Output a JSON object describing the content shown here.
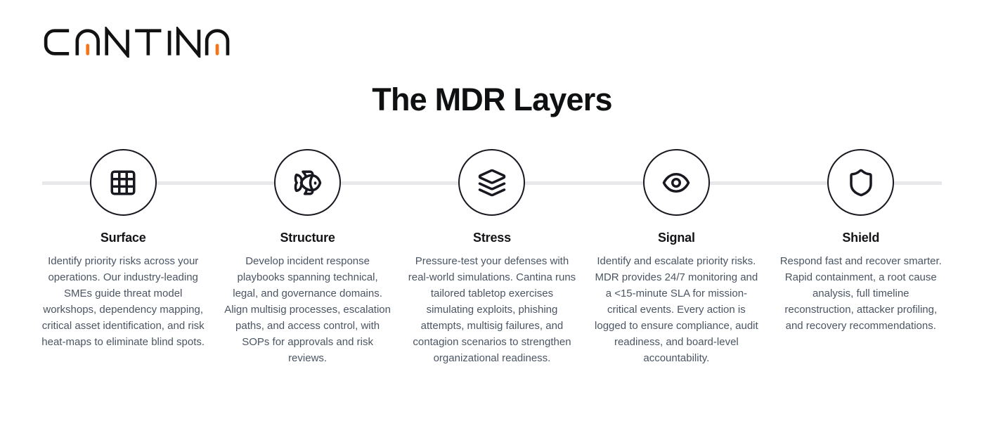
{
  "brand": {
    "name": "CANTINA",
    "logo_color": "#121212",
    "accent_color": "#F97316"
  },
  "header": {
    "title": "The MDR Layers"
  },
  "colors": {
    "background": "#ffffff",
    "title_text": "#0f1011",
    "body_text": "#4b5563",
    "circle_border": "#181820",
    "timeline_line": "#e8e8ea"
  },
  "layers": {
    "items": [
      {
        "icon": "grid-3x3-icon",
        "title": "Surface",
        "description": "Identify priority risks across your operations. Our industry-leading SMEs guide threat model workshops, dependency mapping, critical asset identification, and risk heat-maps to eliminate blind spots."
      },
      {
        "icon": "fish-icon",
        "title": "Structure",
        "description": "Develop incident response playbooks spanning technical, legal, and governance domains. Align multisig processes, escalation paths, and access control, with SOPs for approvals and risk reviews."
      },
      {
        "icon": "layers-icon",
        "title": "Stress",
        "description": "Pressure-test your defenses with real-world simulations. Cantina runs tailored tabletop exercises simulating exploits, phishing attempts, multisig failures, and contagion scenarios to strengthen organizational readiness."
      },
      {
        "icon": "eye-icon",
        "title": "Signal",
        "description": "Identify and escalate priority risks. MDR provides 24/7 monitoring and a <15-minute SLA for mission-critical events. Every action is logged to ensure compliance, audit readiness, and board-level accountability."
      },
      {
        "icon": "shield-icon",
        "title": "Shield",
        "description": "Respond fast and recover smarter. Rapid containment, a root cause analysis, full timeline reconstruction, attacker profiling, and recovery recommendations."
      }
    ]
  }
}
